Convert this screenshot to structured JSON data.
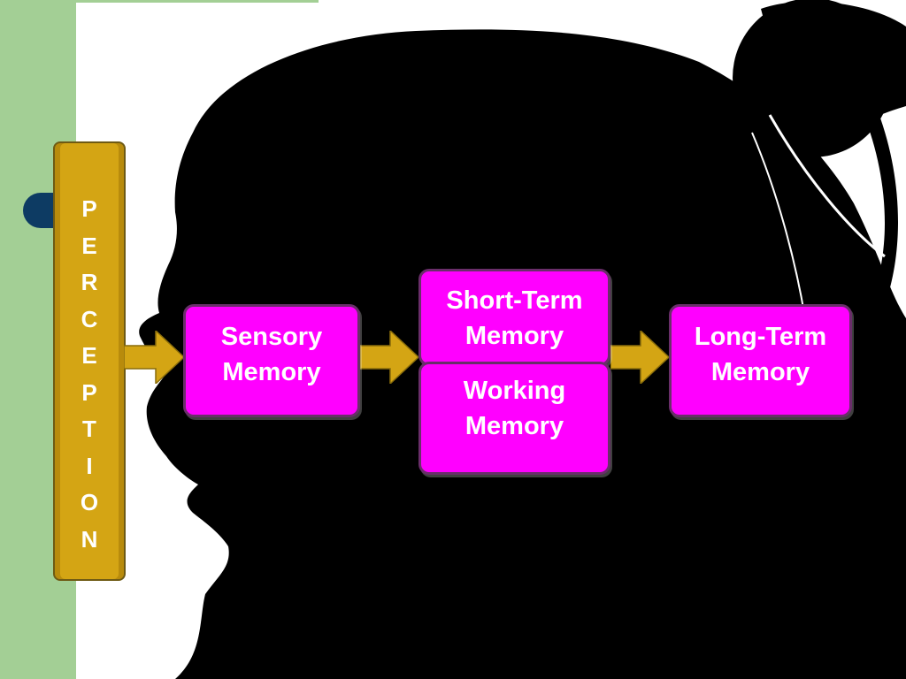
{
  "diagram": {
    "perception_letters": [
      "P",
      "E",
      "R",
      "C",
      "E",
      "P",
      "T",
      "I",
      "O",
      "N"
    ],
    "boxes": {
      "sensory": [
        "Sensory",
        "Memory"
      ],
      "short_term": [
        "Short-Term",
        "Memory"
      ],
      "working": [
        "Working",
        "Memory"
      ],
      "long_term": [
        "Long-Term",
        "Memory"
      ]
    }
  },
  "colors": {
    "box_fill": "#ff00ff",
    "box_border": "#6a2e6a",
    "arrow_gold": "#d4a514",
    "background_strip": "#a3cf95",
    "silhouette": "#000000",
    "accent_dot": "#0d3b63"
  }
}
